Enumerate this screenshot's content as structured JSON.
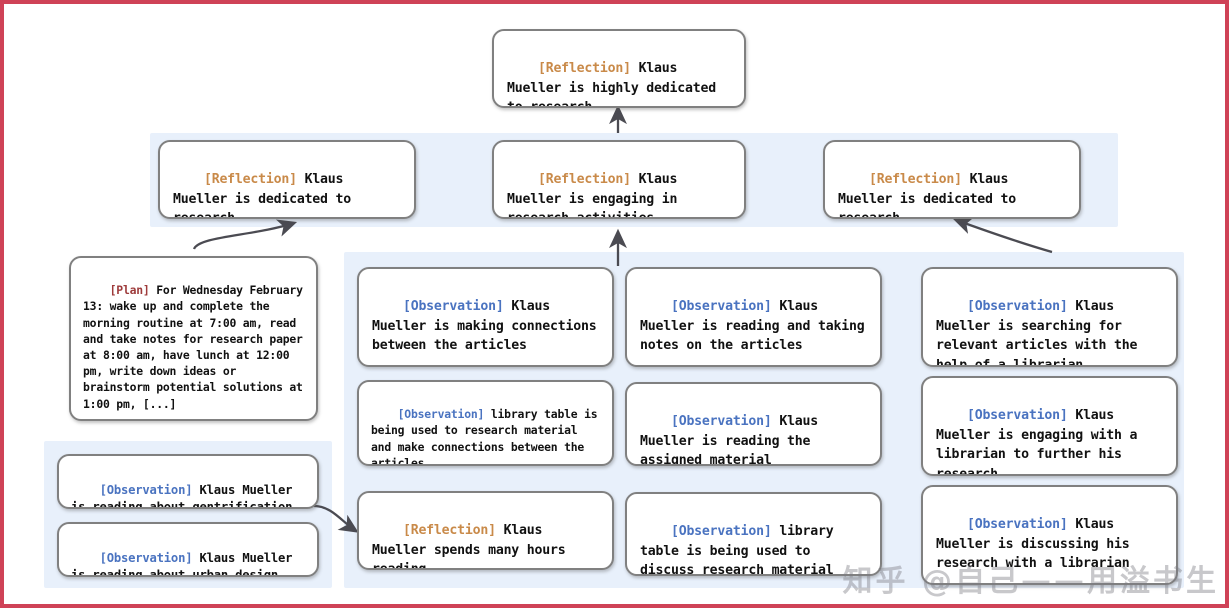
{
  "theme": {
    "frame_border_color": "#cf4257",
    "panel_bg": "#e8f0fb",
    "node_bg": "#ffffff",
    "node_border": "#808080",
    "tag_reflection_color": "#c98a49",
    "tag_observation_color": "#4a73c0",
    "tag_plan_color": "#9e3b3b",
    "edge_color": "#4b4b52"
  },
  "tags": {
    "reflection": "[Reflection]",
    "observation": "[Observation]",
    "plan": "[Plan]"
  },
  "top": {
    "node": {
      "tag": "[Reflection]",
      "tag_type": "reflection",
      "text": " Klaus Mueller is highly dedicated to research"
    }
  },
  "reflection_row": [
    {
      "tag": "[Reflection]",
      "tag_type": "reflection",
      "text": " Klaus Mueller is dedicated to research"
    },
    {
      "tag": "[Reflection]",
      "tag_type": "reflection",
      "text": " Klaus Mueller is engaging in research activities"
    },
    {
      "tag": "[Reflection]",
      "tag_type": "reflection",
      "text": " Klaus Mueller is dedicated to research"
    }
  ],
  "plan_node": {
    "tag": "[Plan]",
    "tag_type": "plan",
    "text": " For Wednesday February 13: wake up and complete the morning routine at 7:00 am, read and take notes for research paper at 8:00 am, have lunch at 12:00 pm, write down ideas or brainstorm potential solutions at 1:00 pm, [...]"
  },
  "left_panel_nodes": [
    {
      "tag": "[Observation]",
      "tag_type": "observation",
      "text": " Klaus Mueller is reading about gentrification"
    },
    {
      "tag": "[Observation]",
      "tag_type": "observation",
      "text": " Klaus Mueller is reading about urban design"
    }
  ],
  "column_a_nodes": [
    {
      "tag": "[Observation]",
      "tag_type": "observation",
      "text": " Klaus Mueller is making connections between the articles"
    },
    {
      "tag": "[Observation]",
      "tag_type": "observation",
      "text": " library table is being used to research material and make connections between the articles"
    },
    {
      "tag": "[Reflection]",
      "tag_type": "reflection",
      "text": " Klaus Mueller spends many hours reading"
    }
  ],
  "column_b_nodes": [
    {
      "tag": "[Observation]",
      "tag_type": "observation",
      "text": " Klaus Mueller is reading and taking notes on the articles"
    },
    {
      "tag": "[Observation]",
      "tag_type": "observation",
      "text": " Klaus Mueller is reading the assigned material"
    },
    {
      "tag": "[Observation]",
      "tag_type": "observation",
      "text": " library table is being used to discuss research material"
    }
  ],
  "column_c_nodes": [
    {
      "tag": "[Observation]",
      "tag_type": "observation",
      "text": " Klaus Mueller is searching for relevant articles with the help of a librarian"
    },
    {
      "tag": "[Observation]",
      "tag_type": "observation",
      "text": " Klaus Mueller is engaging with a librarian to further his research"
    },
    {
      "tag": "[Observation]",
      "tag_type": "observation",
      "text": " Klaus Mueller is discussing his research with a librarian"
    }
  ],
  "watermark": {
    "text": "知乎 @自己——用溢书生"
  }
}
